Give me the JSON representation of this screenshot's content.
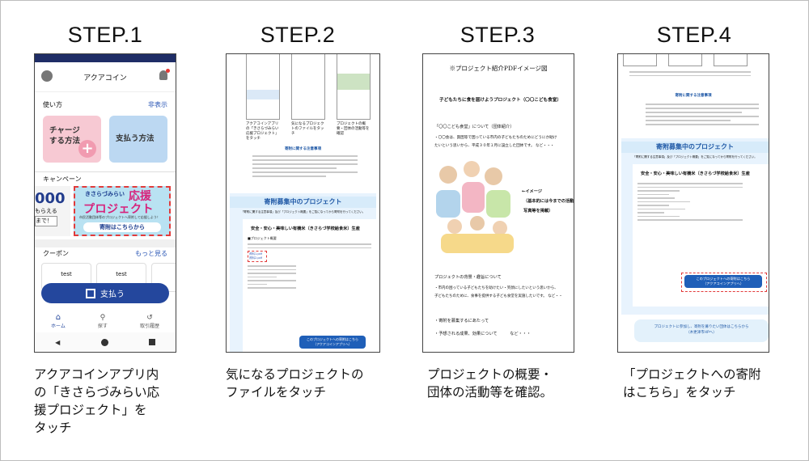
{
  "steps": [
    {
      "title": "STEP.1",
      "caption_lines": [
        "アクアコインアプリ内",
        "の「きさらづみらい応",
        "援プロジェクト」を",
        "タッチ"
      ]
    },
    {
      "title": "STEP.2",
      "caption_lines": [
        "気になるプロジェクトの",
        "ファイルをタッチ"
      ]
    },
    {
      "title": "STEP.3",
      "caption_lines": [
        "プロジェクトの概要・",
        "団体の活動等を確認。"
      ]
    },
    {
      "title": "STEP.4",
      "caption_lines": [
        "「プロジェクトへの寄附",
        "はこちら」をタッチ"
      ]
    }
  ],
  "phone": {
    "app_title": "アクアコイン",
    "usage_label": "使い方",
    "hide_label": "非表示",
    "charge_label_1": "チャージ",
    "charge_label_2": "する方法",
    "pay_method_label": "支払う方法",
    "campaign_label": "キャンペーン",
    "promo_left_1": "000",
    "promo_left_2": "もらえる",
    "promo_left_3": "まで！",
    "banner_small": "きさらづみらい",
    "banner_big_1": "応援",
    "banner_big_2": "プロジェクト",
    "banner_tiny": "市民活動団体等のプロジェクトへ寄附して応援しよう！",
    "banner_button": "寄附はこちらから",
    "coupon_label": "クーポン",
    "more_label": "もっと見る",
    "coupon_1": "test",
    "coupon_2": "test",
    "pay_button": "支払う",
    "tab_home": "ホーム",
    "tab_search": "探す",
    "tab_history": "取引履歴"
  },
  "doc2": {
    "file_label_1": "アクアコインアプリの「きさらづみらい応援プロジェクト」をタッチ",
    "file_label_2": "気になるプロジェクトのファイルをタッチ",
    "file_label_3": "プロジェクトの概要・団体の活動等を確認",
    "notice_heading": "寄附に関する注意事項",
    "band_title": "寄附募集中のプロジェクト",
    "band_subtitle": "「寄附に関する注意事項」及び「プロジェクト概要」をご覧になってから寄附を行ってください。",
    "project_title": "安全・安心・美味しい有機米（きさらづ学校給食米）生産",
    "outline_label": "■プロジェクト概要",
    "file_link_1": "資料1.pdf",
    "file_link_2": "資料2.pdf",
    "donate_button_1": "このプロジェクトへの寄附はこちら",
    "donate_button_2": "（アクアコインアプリへ）"
  },
  "doc3": {
    "heading": "※プロジェクト紹介PDFイメージ図",
    "subtitle": "子どもたちに食を届けようプロジェクト（〇〇こども食堂）",
    "about": "「〇〇こども食堂」について（団体紹介）",
    "body_1": "・〇〇会は、貧困等で困っている市内の子どもたちのためにどうにか助け",
    "body_2": "たいという思いから、平成３０年１月に設立した団体です。 など・・・",
    "image_note_1": "←イメージ",
    "image_note_2": "（基本的には今までの活動",
    "image_note_3": "写真等を掲載）",
    "background": "プロジェクトの背景・趣旨について",
    "bg_body_1": "・市内の困っている子どもたちを助けたい・笑顔にしたいという思いから、",
    "bg_body_2": "子どもたちのために、食事を提供する子ども食堂を実施したいです。 など・・",
    "usage": "・寄附を募集するにあたって",
    "effect": "・予想される成果、効果について　　　など・・・"
  },
  "doc4": {
    "notice_heading": "寄附に関する注意事項",
    "band_title": "寄附募集中のプロジェクト",
    "band_subtitle": "「寄附に関する注意事項」及び「プロジェクト概要」をご覧になってから寄附を行ってください。",
    "project_title": "安全・安心・美味しい有機米（きさらづ学校給食米）生産",
    "donate_button_1": "このプロジェクトへの寄附はこちら",
    "donate_button_2": "（アクアコインアプリへ）",
    "footer_1": "プロジェクトに参加し、寄附を募りたい団体はこちらから",
    "footer_2": "（木更津市HPへ）"
  },
  "colors": {
    "brand_navy": "#1f2d66",
    "accent_red": "#e23b3b",
    "band_blue": "#d7ebfa",
    "button_blue": "#1f5fb8"
  }
}
